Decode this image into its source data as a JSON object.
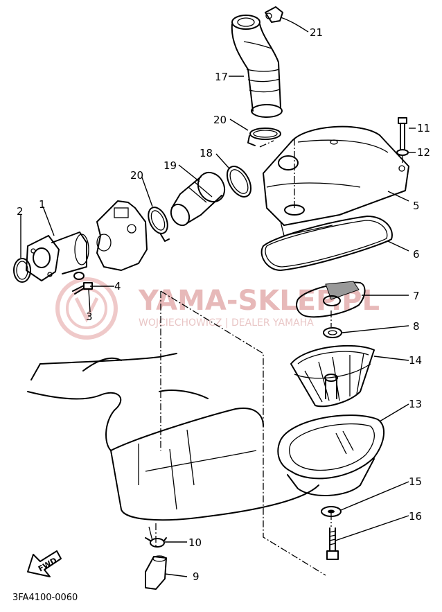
{
  "diagram": {
    "code": "3FA4100-0060",
    "direction_label": "FWD",
    "watermark": {
      "brand": "YAMA-SKLEP.PL",
      "tagline": "WOJCIECHOWICZ | DEALER YAMAHA"
    },
    "callouts": [
      {
        "id": "c1",
        "label": "1"
      },
      {
        "id": "c2",
        "label": "2"
      },
      {
        "id": "c3",
        "label": "3"
      },
      {
        "id": "c4",
        "label": "4"
      },
      {
        "id": "c5",
        "label": "5"
      },
      {
        "id": "c6",
        "label": "6"
      },
      {
        "id": "c7",
        "label": "7"
      },
      {
        "id": "c8",
        "label": "8"
      },
      {
        "id": "c9",
        "label": "9"
      },
      {
        "id": "c10",
        "label": "10"
      },
      {
        "id": "c11",
        "label": "11"
      },
      {
        "id": "c12",
        "label": "12"
      },
      {
        "id": "c13",
        "label": "13"
      },
      {
        "id": "c14",
        "label": "14"
      },
      {
        "id": "c15",
        "label": "15"
      },
      {
        "id": "c16",
        "label": "16"
      },
      {
        "id": "c17",
        "label": "17"
      },
      {
        "id": "c18",
        "label": "18"
      },
      {
        "id": "c19",
        "label": "19"
      },
      {
        "id": "c20a",
        "label": "20"
      },
      {
        "id": "c20b",
        "label": "20"
      },
      {
        "id": "c21",
        "label": "21"
      }
    ]
  }
}
